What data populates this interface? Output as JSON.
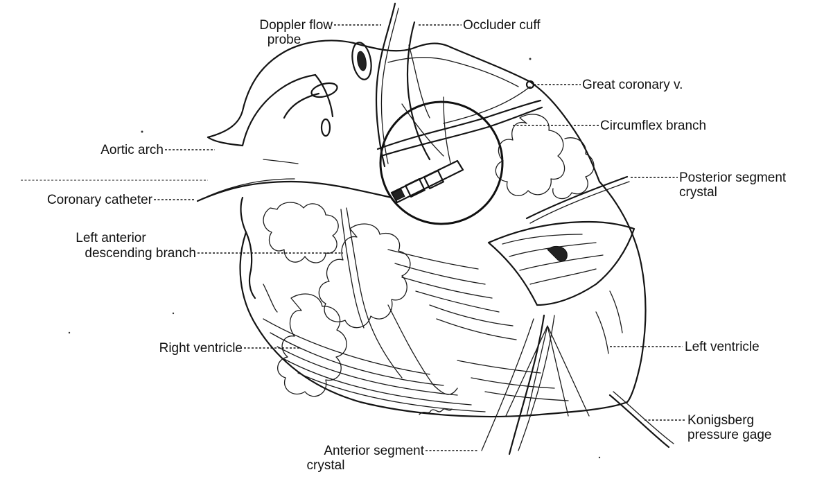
{
  "labels": {
    "doppler_flow_probe": [
      "Doppler flow",
      "probe"
    ],
    "occluder_cuff": "Occluder cuff",
    "great_coronary_v": "Great coronary v.",
    "circumflex_branch": "Circumflex branch",
    "aortic_arch": "Aortic arch",
    "posterior_segment_crystal": [
      "Posterior segment",
      "crystal"
    ],
    "coronary_catheter": "Coronary catheter",
    "left_anterior_descending_branch": [
      "Left anterior",
      "descending branch"
    ],
    "right_ventricle": "Right ventricle",
    "left_ventricle": "Left ventricle",
    "konigsberg_pressure_gage": [
      "Konigsberg",
      "pressure gage"
    ],
    "anterior_segment_crystal": [
      "Anterior segment",
      "crystal"
    ]
  }
}
